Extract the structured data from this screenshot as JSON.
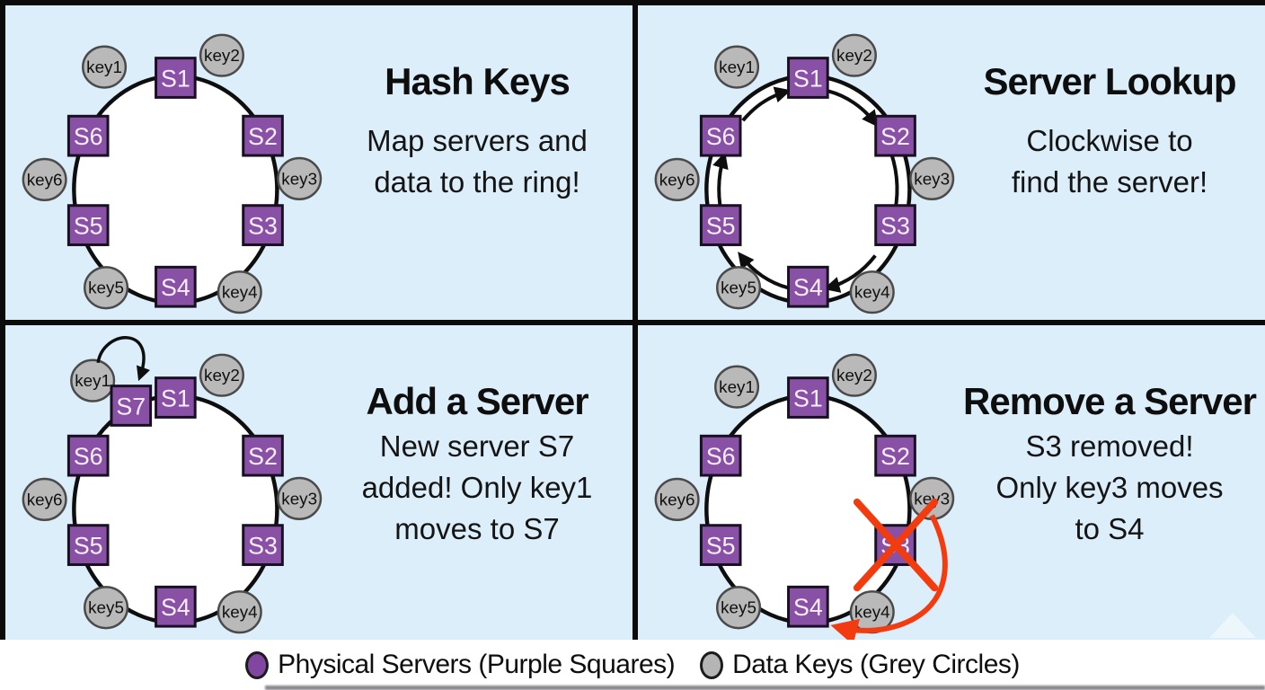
{
  "colors": {
    "panel_bg": "#dceef9",
    "ring_stroke": "#0e0e0e",
    "server_fill": "#8951a5",
    "server_border": "#181020",
    "server_text": "#f8eefb",
    "key_fill": "#b9b9b9",
    "key_border": "#4a4a4a",
    "key_text": "#101010",
    "arrow_black": "#0e0e0e",
    "highlight_red": "#f23b0e",
    "legend_purple": "#8046a0",
    "legend_grey": "#b5b5b5"
  },
  "panels": [
    {
      "id": "hash-keys",
      "title": "Hash Keys",
      "description_lines": [
        "Map servers and",
        "data to the ring!"
      ],
      "servers": [
        "S1",
        "S2",
        "S3",
        "S4",
        "S5",
        "S6"
      ],
      "keys": [
        "key1",
        "key2",
        "key3",
        "key4",
        "key5",
        "key6"
      ],
      "features": {}
    },
    {
      "id": "server-lookup",
      "title": "Server Lookup",
      "description_lines": [
        "Clockwise to",
        "find the server!"
      ],
      "servers": [
        "S1",
        "S2",
        "S3",
        "S4",
        "S5",
        "S6"
      ],
      "keys": [
        "key1",
        "key2",
        "key3",
        "key4",
        "key5",
        "key6"
      ],
      "features": {
        "clockwise_arrows": true
      }
    },
    {
      "id": "add-a-server",
      "title": "Add a Server",
      "description_lines": [
        "New server S7",
        "added! Only key1",
        "moves to S7"
      ],
      "servers": [
        "S1",
        "S2",
        "S3",
        "S4",
        "S5",
        "S6",
        "S7"
      ],
      "keys": [
        "key1",
        "key2",
        "key3",
        "key4",
        "key5",
        "key6"
      ],
      "features": {
        "added_server": "S7",
        "loop_arrow_from": "key1",
        "loop_arrow_to": "S7"
      }
    },
    {
      "id": "remove-a-server",
      "title": "Remove a Server",
      "description_lines": [
        "S3 removed!",
        "Only key3 moves",
        "to S4"
      ],
      "servers": [
        "S1",
        "S2",
        "S3",
        "S4",
        "S5",
        "S6"
      ],
      "keys": [
        "key1",
        "key2",
        "key3",
        "key4",
        "key5",
        "key6"
      ],
      "features": {
        "removed_server": "S3",
        "red_arrow_from": "key3",
        "red_arrow_to": "S4"
      }
    }
  ],
  "legend": {
    "items": [
      {
        "label": "Physical Servers (Purple Squares)",
        "swatch": "purple-circle"
      },
      {
        "label": "Data Keys (Grey Circles)",
        "swatch": "grey-circle"
      }
    ]
  }
}
